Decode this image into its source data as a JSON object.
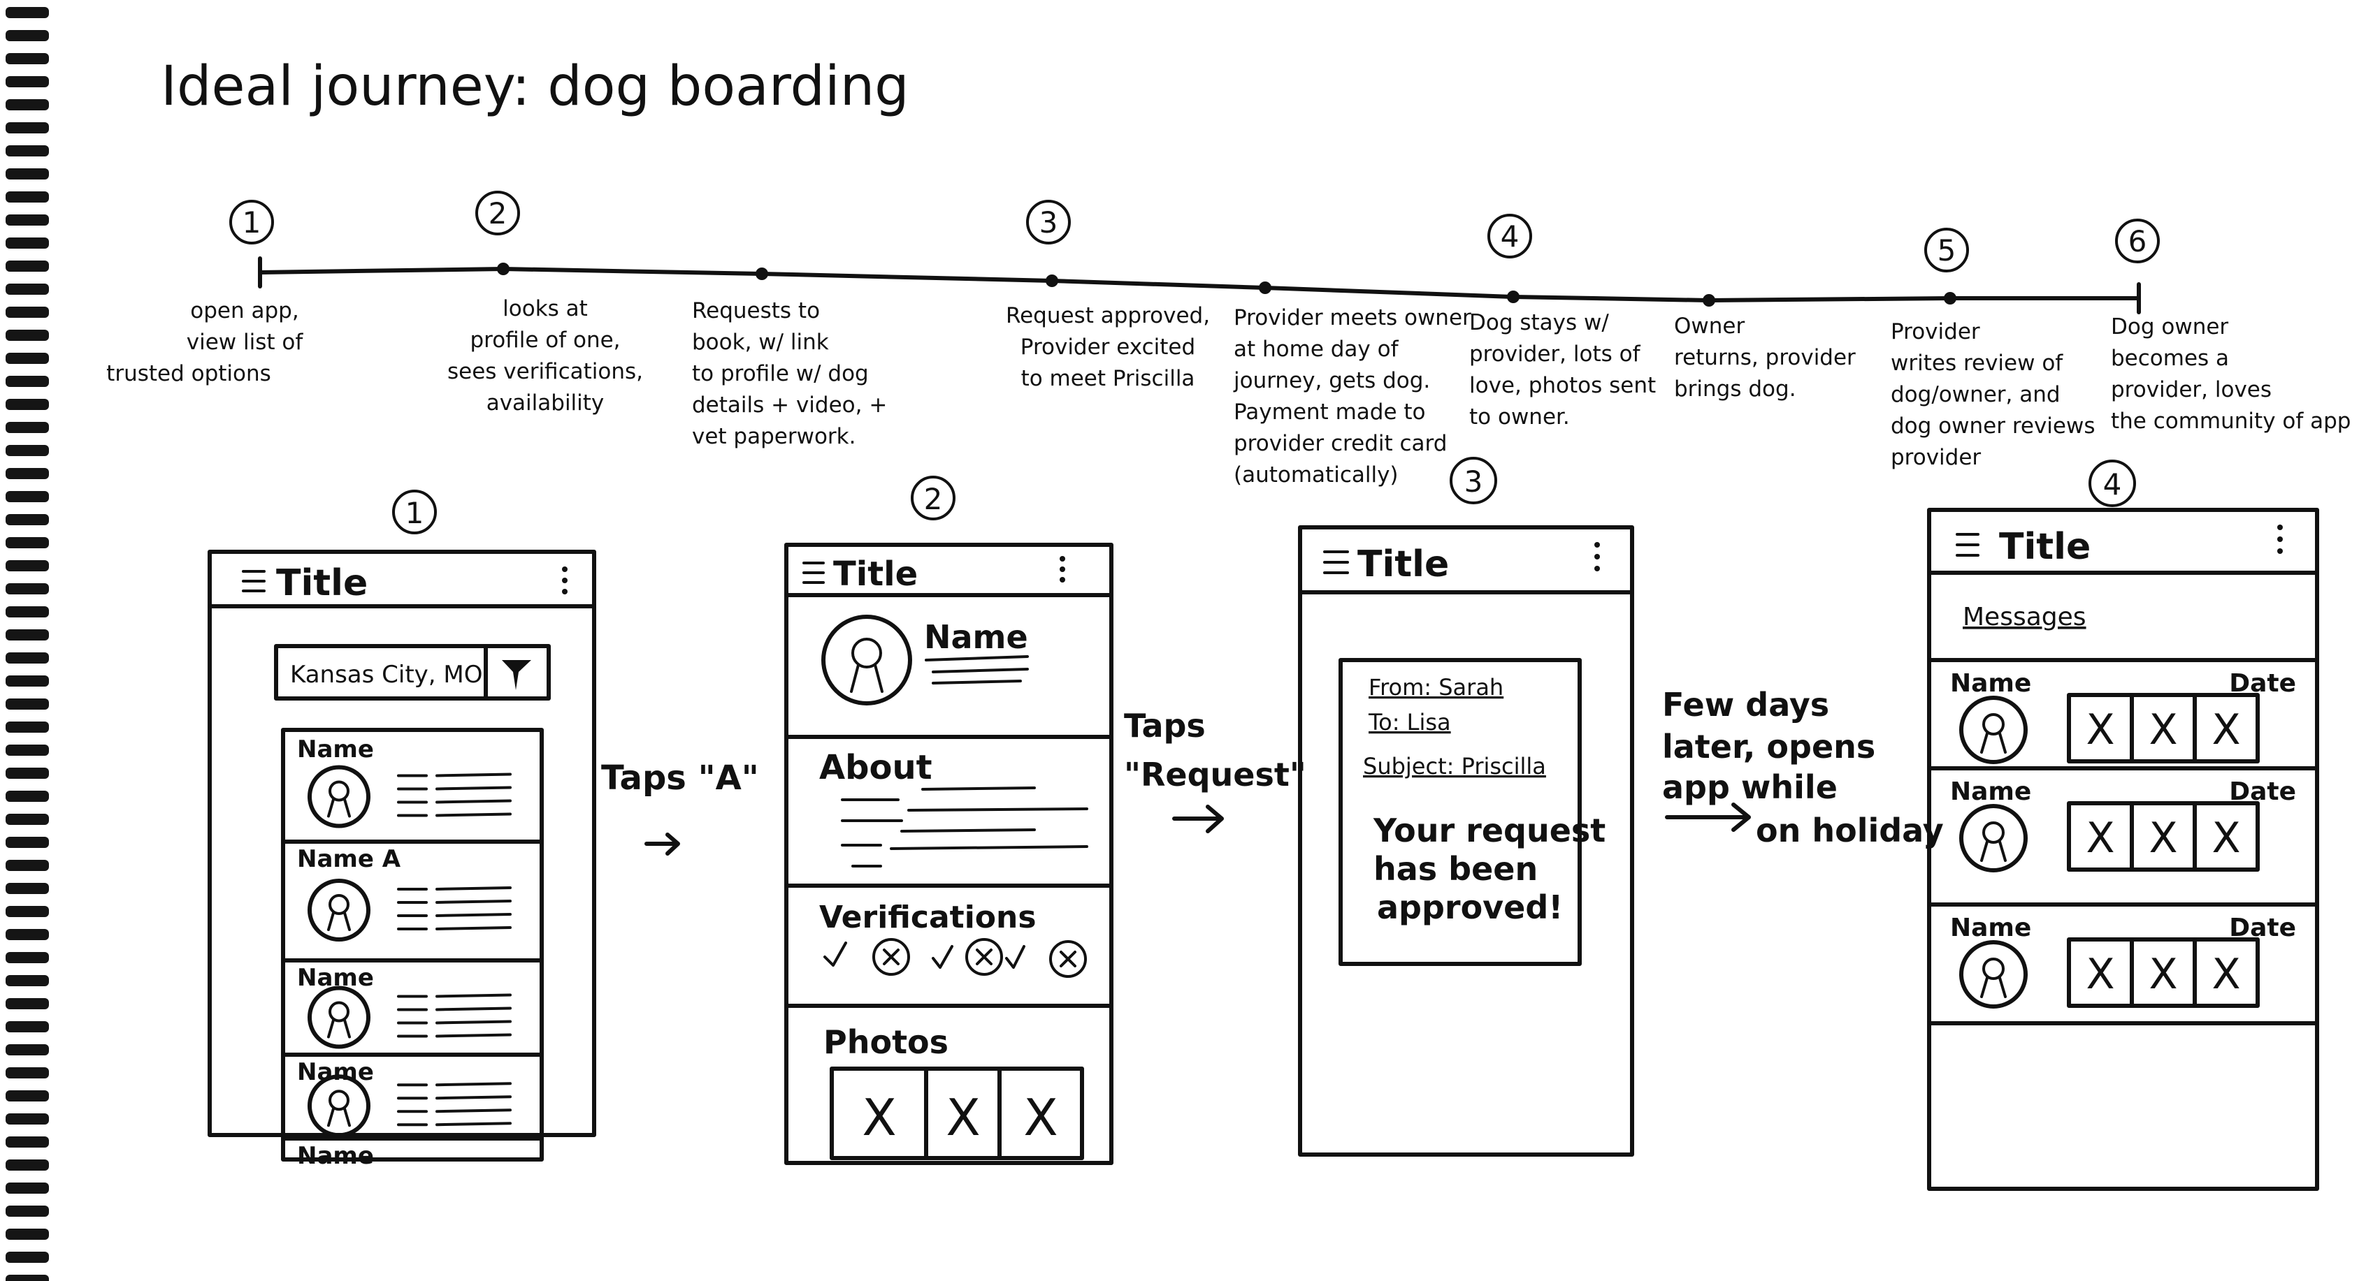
{
  "title": "Ideal journey: dog boarding",
  "timeline": [
    {
      "num": "1",
      "text": [
        "open app,",
        "view list of",
        "trusted options"
      ]
    },
    {
      "num": "2",
      "text": [
        "looks at",
        "profile of one,",
        "sees verifications,",
        "availability"
      ]
    },
    {
      "num": "",
      "text": [
        "Requests to",
        "book, w/ link",
        "to profile w/ dog",
        "details + video, +",
        "vet paperwork."
      ]
    },
    {
      "num": "3",
      "text": [
        "Request approved,",
        "Provider excited",
        "to meet Priscilla"
      ]
    },
    {
      "num": "",
      "text": [
        "Provider meets owner",
        "at home day of",
        "journey, gets dog.",
        "Payment made to",
        "provider credit card",
        "(automatically)"
      ]
    },
    {
      "num": "4",
      "text": [
        "Dog stays w/",
        "provider, lots of",
        "love, photos sent",
        "to owner."
      ]
    },
    {
      "num": "",
      "text": [
        "Owner",
        "returns, provider",
        "brings dog."
      ]
    },
    {
      "num": "5",
      "text": [
        "Provider",
        "writes review of",
        "dog/owner, and",
        "dog owner reviews",
        "provider"
      ]
    },
    {
      "num": "6",
      "text": [
        "Dog owner",
        "becomes a",
        "provider, loves",
        "the community of app"
      ]
    }
  ],
  "screen1": {
    "number": "1",
    "title": "Title",
    "search_text": "Kansas City, MO",
    "items": [
      "Name",
      "Name A",
      "Name",
      "Name",
      "Name"
    ]
  },
  "transition1": {
    "line1": "Taps \"A\""
  },
  "screen2": {
    "number": "2",
    "title": "Title",
    "name": "Name",
    "about": "About",
    "verifications": "Verifications",
    "photos": "Photos",
    "photo_marks": [
      "X",
      "X",
      "X"
    ]
  },
  "transition2": {
    "line1": "Taps",
    "line2": "\"Request\""
  },
  "screen3": {
    "number": "3",
    "title": "Title",
    "from": "From: Sarah",
    "to": "To: Lisa",
    "subject": "Subject: Priscilla",
    "body": [
      "Your request",
      "has been",
      "approved!"
    ]
  },
  "transition3": {
    "lines": [
      "Few days",
      "later, opens",
      "app while",
      "on holiday"
    ]
  },
  "screen4": {
    "number": "4",
    "title": "Title",
    "heading": "Messages",
    "rows": [
      {
        "name": "Name",
        "date": "Date",
        "marks": [
          "X",
          "X",
          "X"
        ]
      },
      {
        "name": "Name",
        "date": "Date",
        "marks": [
          "X",
          "X",
          "X"
        ]
      },
      {
        "name": "Name",
        "date": "Date",
        "marks": [
          "X",
          "X",
          "X"
        ]
      }
    ]
  }
}
